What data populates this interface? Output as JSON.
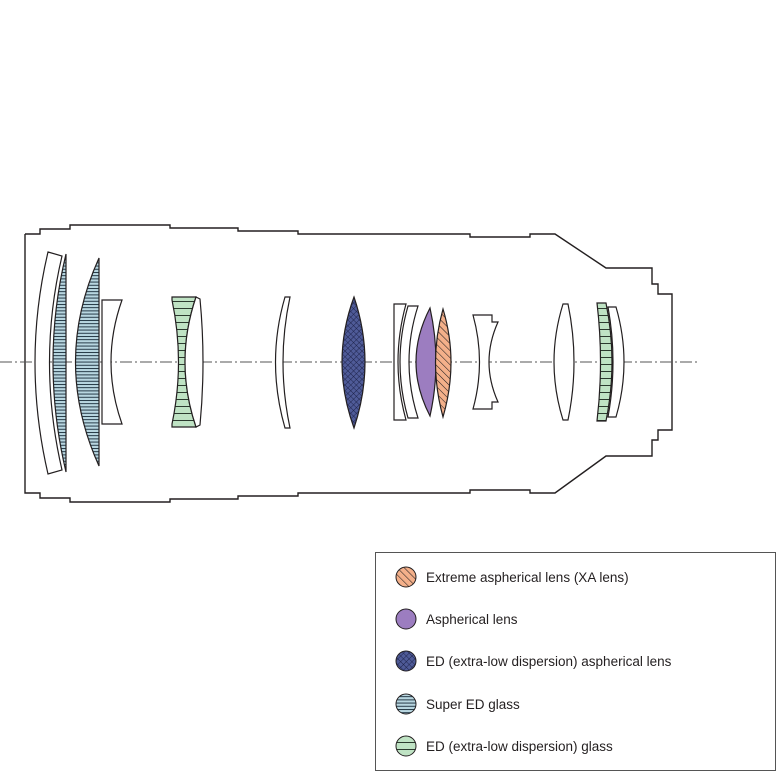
{
  "colors": {
    "xa": "#f4b08a",
    "aspherical": "#9c7dc0",
    "ed_aspherical": "#4f5b98",
    "super_ed": "#b8d6e0",
    "ed": "#bfe3c4",
    "outline": "#231f20"
  },
  "legend": {
    "items": [
      {
        "key": "xa",
        "label": "Extreme aspherical lens (XA lens)",
        "pattern": "diagonal-hatch",
        "color": "#f4b08a"
      },
      {
        "key": "aspherical",
        "label": "Aspherical lens",
        "pattern": "solid",
        "color": "#9c7dc0"
      },
      {
        "key": "ed_aspherical",
        "label": "ED (extra-low dispersion) aspherical lens",
        "pattern": "cross-hatch",
        "color": "#4f5b98"
      },
      {
        "key": "super_ed",
        "label": "Super ED glass",
        "pattern": "horizontal-dense",
        "color": "#b8d6e0"
      },
      {
        "key": "ed",
        "label": "ED (extra-low dispersion) glass",
        "pattern": "horizontal-wide",
        "color": "#bfe3c4"
      }
    ]
  }
}
